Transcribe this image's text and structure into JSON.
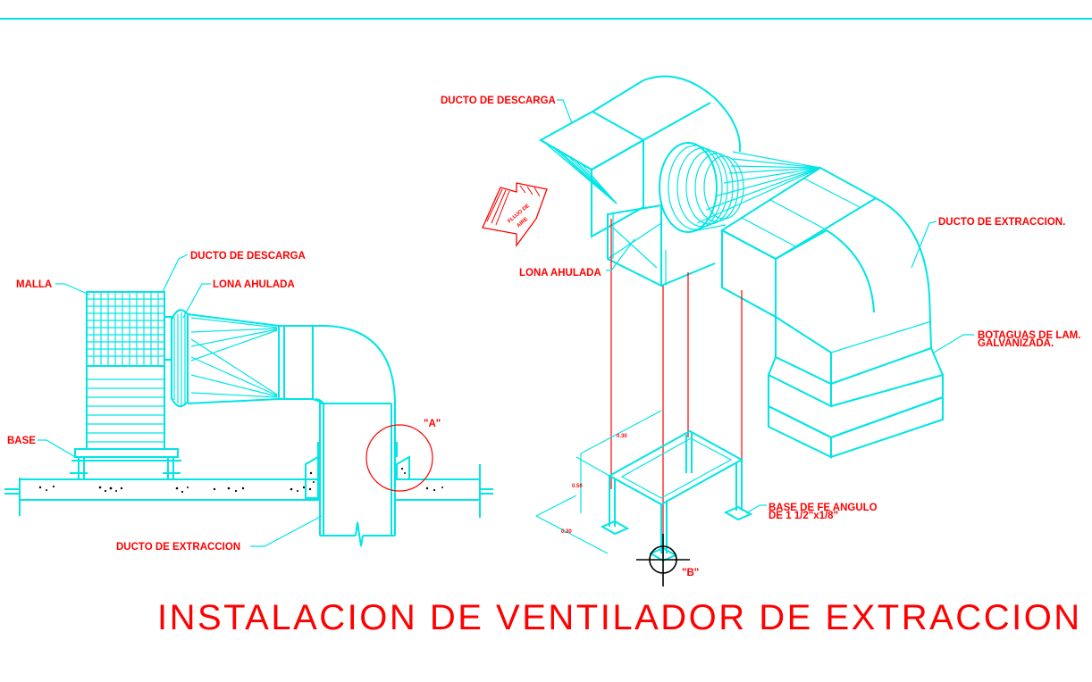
{
  "title": "INSTALACION DE VENTILADOR DE EXTRACCION",
  "left_view": {
    "labels": {
      "malla": "MALLA",
      "ducto_descarga": "DUCTO DE DESCARGA",
      "lona_ahulada": "LONA AHULADA",
      "base": "BASE",
      "detail_a": "\"A\"",
      "ducto_extraccion": "DUCTO DE EXTRACCION"
    }
  },
  "right_view": {
    "labels": {
      "ducto_descarga": "DUCTO DE DESCARGA",
      "flujo_aire_1": "FLUJO DE",
      "flujo_aire_2": "AIRE",
      "lona_ahulada": "LONA AHULADA",
      "ducto_extraccion": "DUCTO DE EXTRACCION.",
      "botaguas_1": "BOTAGUAS DE LAM.",
      "botaguas_2": "GALVANIZADA.",
      "base_fe_1": "BASE DE FE ANGULO",
      "base_fe_2": "DE 1 1/2\"x1/8\"",
      "detail_b": "\"B\"",
      "dim_1": "0.30",
      "dim_2": "0.50",
      "dim_3": "0.30"
    }
  },
  "colors": {
    "lines": "#00e5e5",
    "annotations": "#ff0000",
    "background": "#ffffff"
  }
}
